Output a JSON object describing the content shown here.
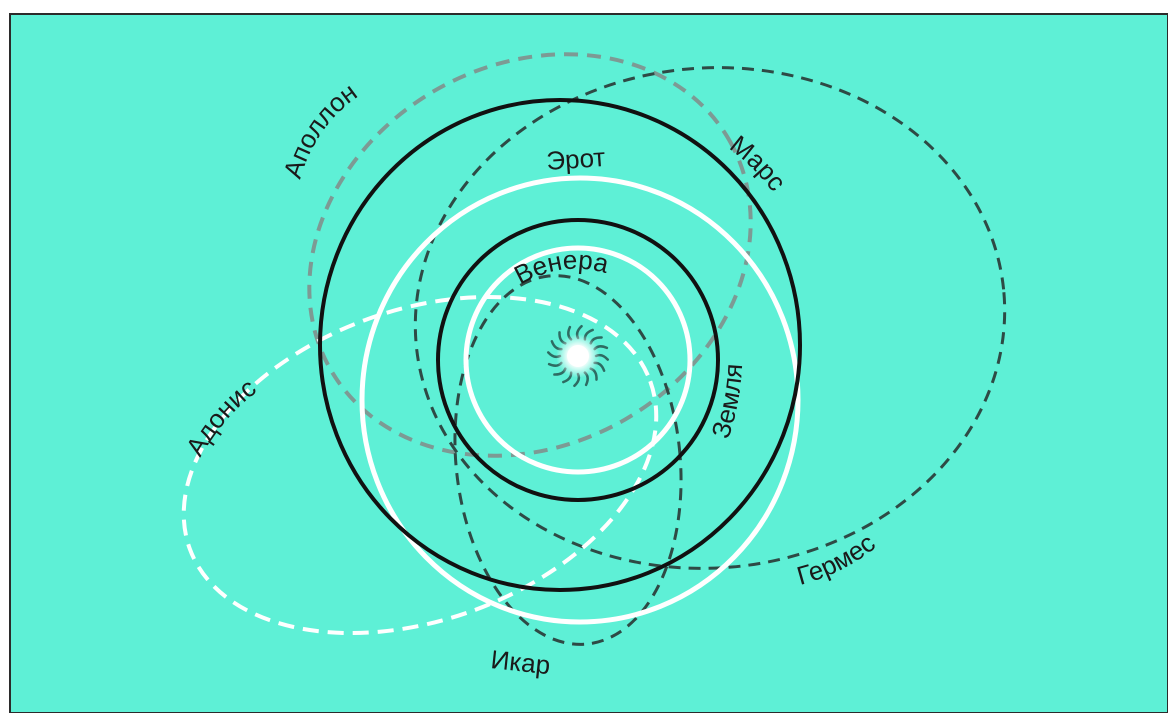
{
  "colors": {
    "background": "#5ef0d6",
    "border": "#2b2b2b",
    "planet_orbit": "#111111",
    "asteroid_light": "#ffffff",
    "asteroid_grey": "#7d9a94",
    "asteroid_dark": "#2e4a45",
    "sun": "#ffffff",
    "sun_rays": "#2e6b62"
  },
  "sun": {
    "label": "",
    "icon": "sun-icon"
  },
  "labels": {
    "apollo": "Аполлон",
    "eros": "Эрот",
    "mars": "Марс",
    "venus": "Венера",
    "earth": "Земля",
    "adonis": "Адонис",
    "hermes": "Гермес",
    "icarus": "Икар"
  }
}
